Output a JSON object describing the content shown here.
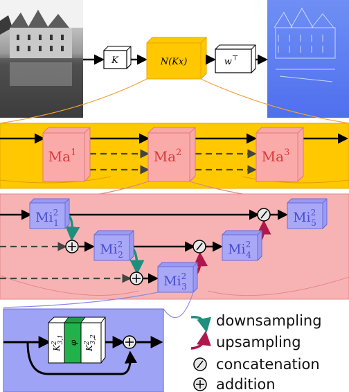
{
  "operators": {
    "k": "K",
    "n_main": "N",
    "n_arg": "(Kx)",
    "w": "w",
    "w_sup": "⊤"
  },
  "macro": [
    {
      "base": "Ma",
      "sup": "1"
    },
    {
      "base": "Ma",
      "sup": "2"
    },
    {
      "base": "Ma",
      "sup": "3"
    }
  ],
  "micro": [
    {
      "base": "Mi",
      "sup": "2",
      "sub": "1"
    },
    {
      "base": "Mi",
      "sup": "2",
      "sub": "2"
    },
    {
      "base": "Mi",
      "sup": "2",
      "sub": "3"
    },
    {
      "base": "Mi",
      "sup": "2",
      "sub": "4"
    },
    {
      "base": "Mi",
      "sup": "2",
      "sub": "5"
    }
  ],
  "kernel": {
    "left": {
      "base": "K",
      "sup": "2",
      "sub": "3,1"
    },
    "mid": "φ",
    "right": {
      "base": "K",
      "sup": "2",
      "sub": "3,2"
    }
  },
  "legend": {
    "downsampling": "downsampling",
    "upsampling": "upsampling",
    "concatenation": "concatenation",
    "addition": "addition"
  },
  "colors": {
    "macro_band": "#ffc800",
    "micro_band": "#f7b3b3",
    "detail_band": "#9fa3f5",
    "macro_node": "#fbaaaa",
    "micro_node": "#a8a8f7",
    "downsampling": "#1e8f7d",
    "upsampling": "#b0174a",
    "kernel_green": "#22b24c",
    "link_orange": "#f2a33a",
    "link_red": "#e48787",
    "link_blue": "#8a8ae6"
  }
}
